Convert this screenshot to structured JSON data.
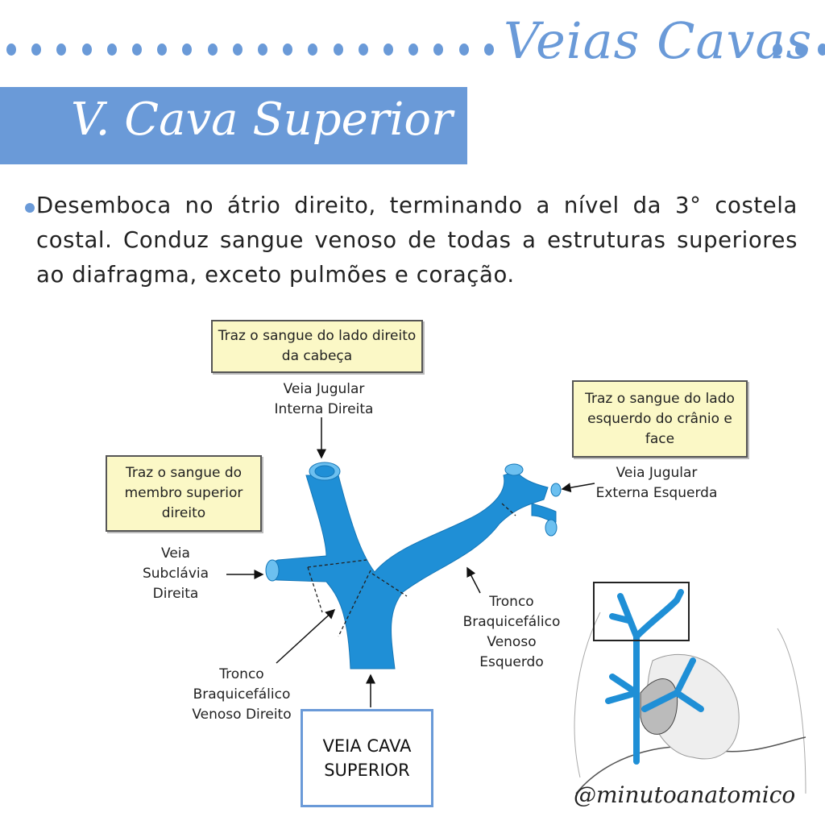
{
  "header": {
    "title": "Veias Cavas"
  },
  "banner": {
    "title": "V. Cava Superior"
  },
  "description": "Desemboca no  átrio direito, terminando a nível da 3° costela costal. Conduz sangue venoso de todas a estruturas superiores ao diafragma, exceto pulmões e coração.",
  "diagram": {
    "notes": {
      "head_right": "Traz o sangue do lado direito da cabeça",
      "skull_left": "Traz o sangue do lado esquerdo do crânio e face",
      "limb_right": "Traz o sangue do membro superior direito"
    },
    "labels": {
      "jugular_interna": "Veia Jugular Interna Direita",
      "jugular_externa": "Veia Jugular Externa Esquerda",
      "subclavia": "Veia Subclávia Direita",
      "tronco_esquerdo": "Tronco Braquicefálico Venoso Esquerdo",
      "tronco_direito": "Tronco Braquicefálico Venoso Direito",
      "vcs": "VEIA CAVA SUPERIOR"
    }
  },
  "footer": {
    "handle": "@minutoanatomico"
  },
  "colors": {
    "accent": "#6a9ad8",
    "vein": "#1f8fd6",
    "note_bg": "#fbf8c6"
  }
}
